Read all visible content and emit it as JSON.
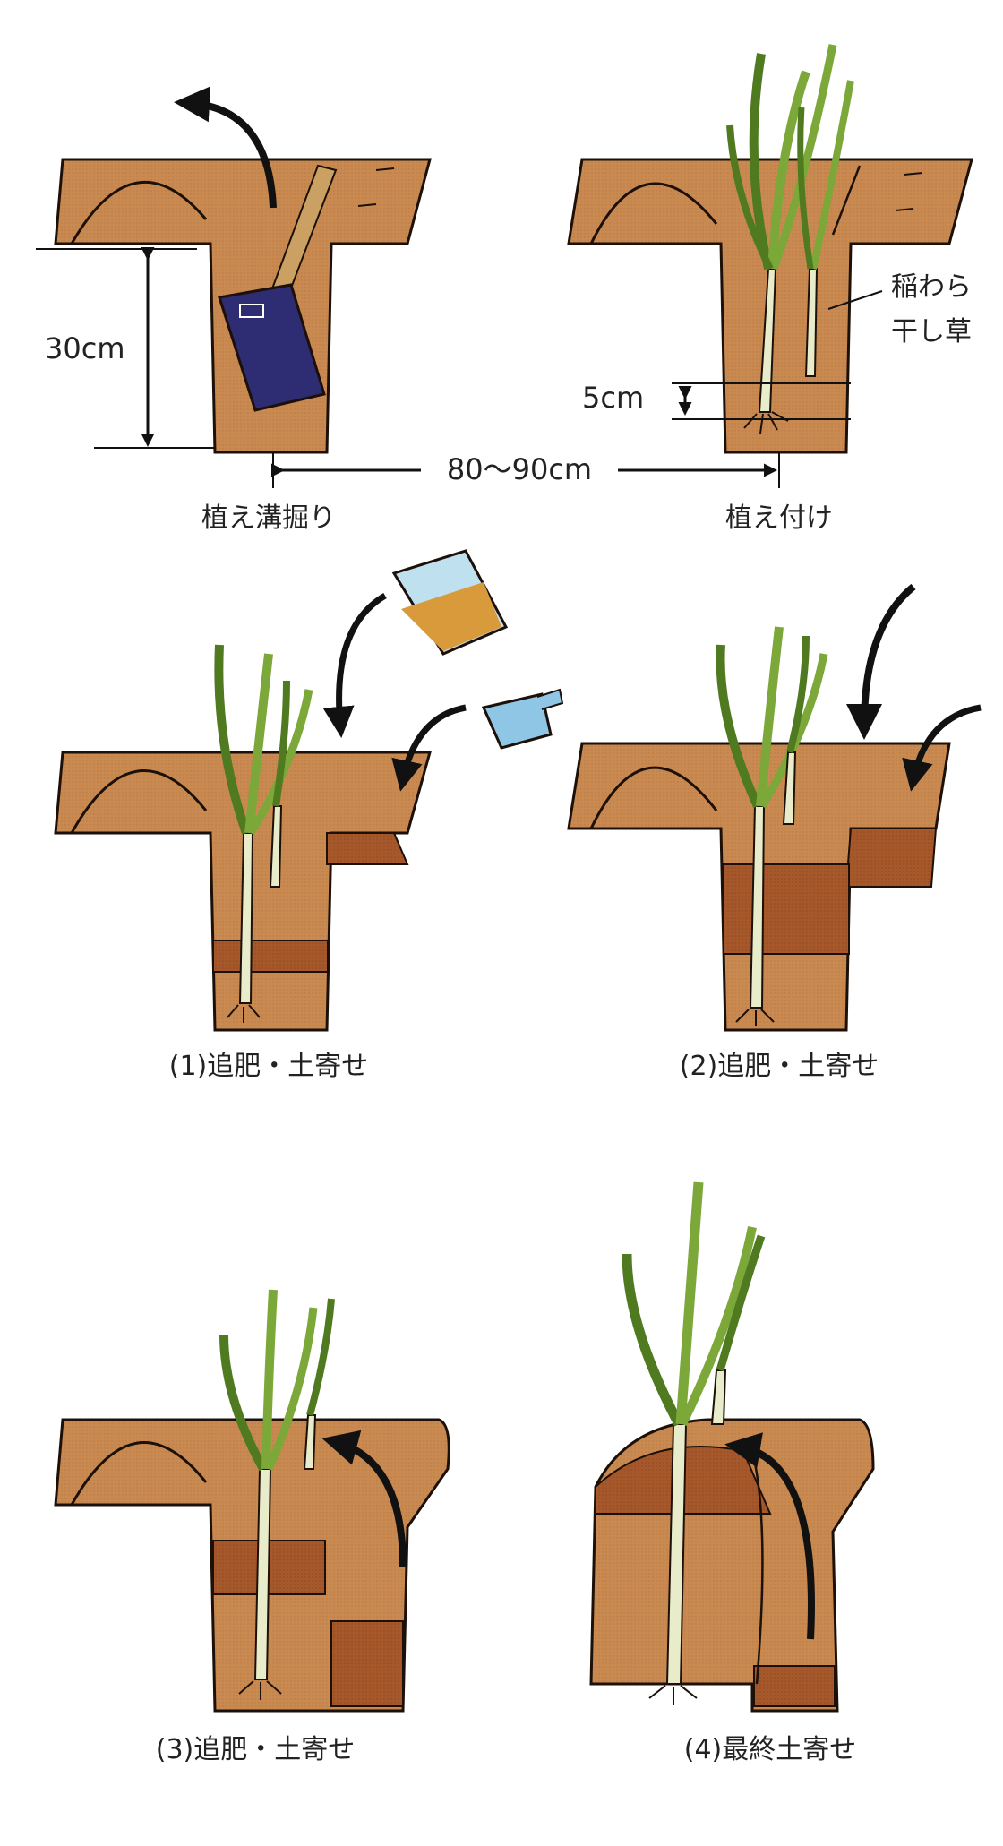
{
  "labels": {
    "depth": "30cm",
    "planting_depth": "5cm",
    "spacing": "80〜90cm",
    "straw_line1": "稲わら",
    "straw_line2": "干し草"
  },
  "steps": [
    {
      "caption": "植え溝掘り"
    },
    {
      "caption": "植え付け"
    },
    {
      "caption": "(1)追肥・土寄せ"
    },
    {
      "caption": "(2)追肥・土寄せ"
    },
    {
      "caption": "(3)追肥・土寄せ"
    },
    {
      "caption": "(4)最終土寄せ"
    }
  ],
  "colors": {
    "soil": "#c98a52",
    "soil_dark": "#b0642f",
    "mound": "#a6582b",
    "leaf": "#7ba839",
    "leaf_dark": "#4f7a20",
    "stem": "#e8eccb",
    "shovel": "#2e2c73",
    "outline": "#1c1008",
    "fertilizer": "#d89a3a",
    "bag": "#bfe0ef",
    "scoop": "#8fc6e6"
  },
  "icons": [
    "arrow-icon",
    "shovel-icon",
    "fertilizer-bag-icon",
    "scoop-icon",
    "leek-plant-icon"
  ]
}
